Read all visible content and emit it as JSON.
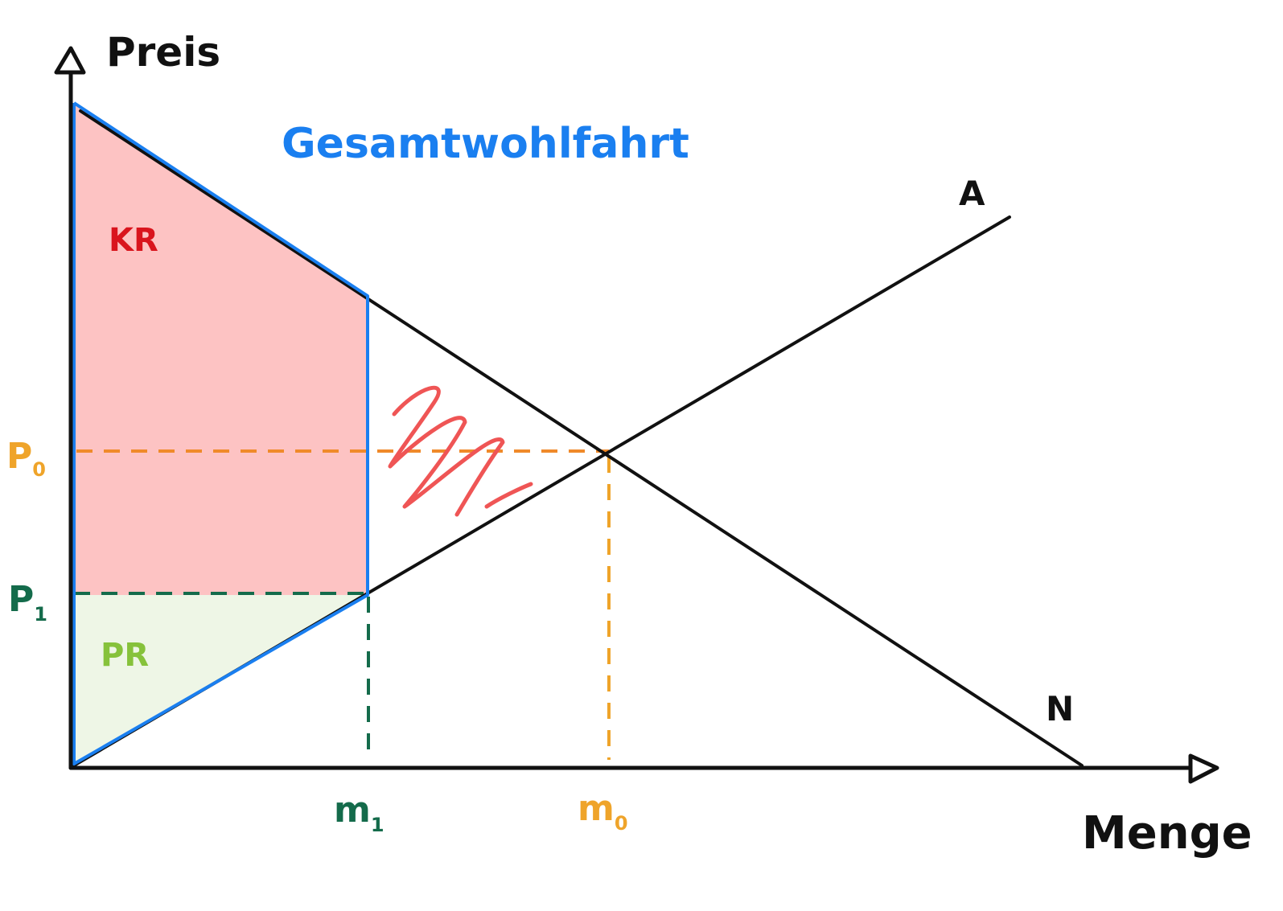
{
  "diagram": {
    "axis_y_label": "Preis",
    "axis_x_label": "Menge",
    "title": "Gesamtwohlfahrt",
    "supply_label": "A",
    "demand_label": "N",
    "consumer_surplus_label": "KR",
    "producer_surplus_label": "PR",
    "price_0_label": "P",
    "price_0_subscript": "0",
    "price_1_label": "P",
    "price_1_subscript": "1",
    "quantity_0_label": "m",
    "quantity_0_subscript": "0",
    "quantity_1_label": "m",
    "quantity_1_subscript": "1"
  },
  "colors": {
    "axes": "#111111",
    "welfare_outline": "#1a7ff0",
    "consumer_surplus_fill": "#fdc3c3",
    "consumer_surplus_text": "#d9141d",
    "producer_surplus_fill": "#eef6e6",
    "producer_surplus_text": "#86c23b",
    "deadweight_scribble": "#ef5555",
    "p0_line": "#f08a2a",
    "p1_line": "#146b4b",
    "m0_line": "#efa42a",
    "m1_line": "#146b4b"
  }
}
